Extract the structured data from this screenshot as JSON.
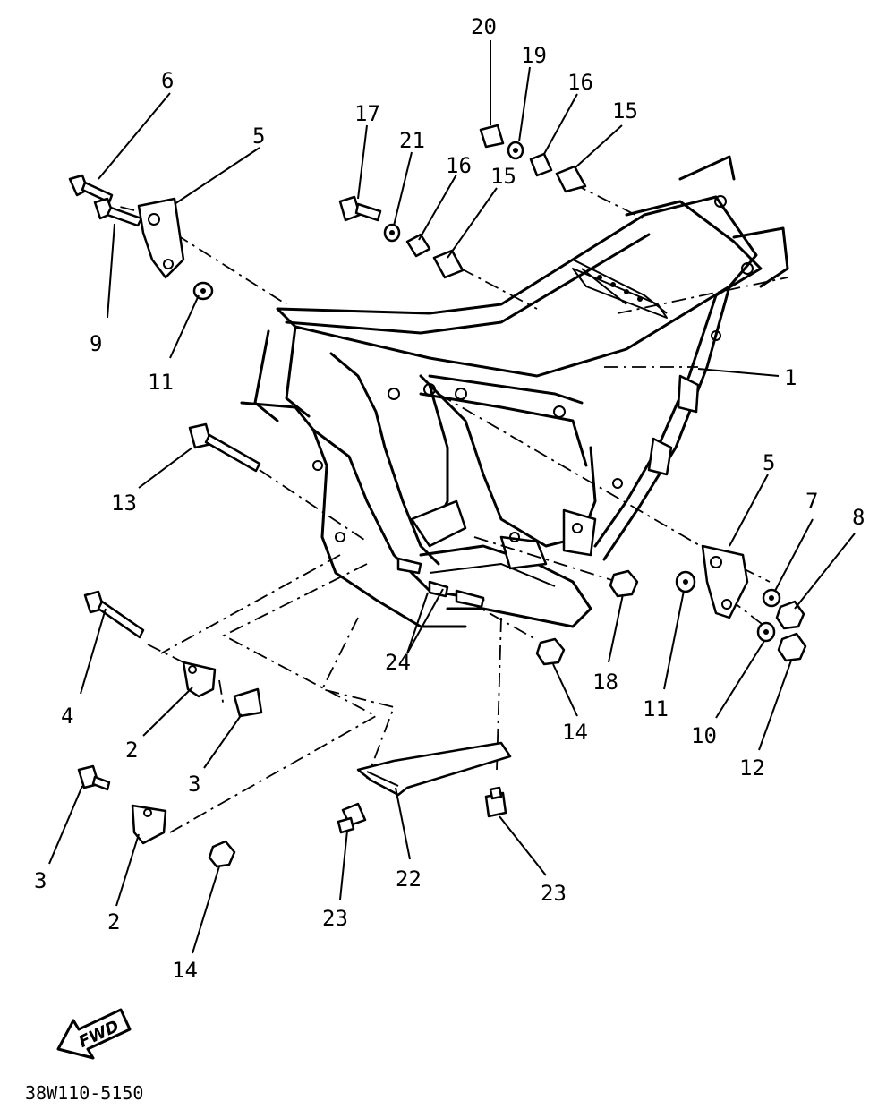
{
  "diagram": {
    "part_labels": [
      {
        "id": "l1",
        "text": "1"
      },
      {
        "id": "l2a",
        "text": "2"
      },
      {
        "id": "l2b",
        "text": "2"
      },
      {
        "id": "l3a",
        "text": "3"
      },
      {
        "id": "l3b",
        "text": "3"
      },
      {
        "id": "l4",
        "text": "4"
      },
      {
        "id": "l5a",
        "text": "5"
      },
      {
        "id": "l5b",
        "text": "5"
      },
      {
        "id": "l6",
        "text": "6"
      },
      {
        "id": "l7",
        "text": "7"
      },
      {
        "id": "l8",
        "text": "8"
      },
      {
        "id": "l9",
        "text": "9"
      },
      {
        "id": "l10",
        "text": "10"
      },
      {
        "id": "l11a",
        "text": "11"
      },
      {
        "id": "l11b",
        "text": "11"
      },
      {
        "id": "l12",
        "text": "12"
      },
      {
        "id": "l13",
        "text": "13"
      },
      {
        "id": "l14a",
        "text": "14"
      },
      {
        "id": "l14b",
        "text": "14"
      },
      {
        "id": "l15a",
        "text": "15"
      },
      {
        "id": "l15b",
        "text": "15"
      },
      {
        "id": "l16a",
        "text": "16"
      },
      {
        "id": "l16b",
        "text": "16"
      },
      {
        "id": "l17",
        "text": "17"
      },
      {
        "id": "l18",
        "text": "18"
      },
      {
        "id": "l19",
        "text": "19"
      },
      {
        "id": "l20",
        "text": "20"
      },
      {
        "id": "l21",
        "text": "21"
      },
      {
        "id": "l22",
        "text": "22"
      },
      {
        "id": "l23a",
        "text": "23"
      },
      {
        "id": "l23b",
        "text": "23"
      },
      {
        "id": "l24",
        "text": "24"
      }
    ],
    "fwd_label": "FWD",
    "drawing_code": "38W110-5150"
  }
}
